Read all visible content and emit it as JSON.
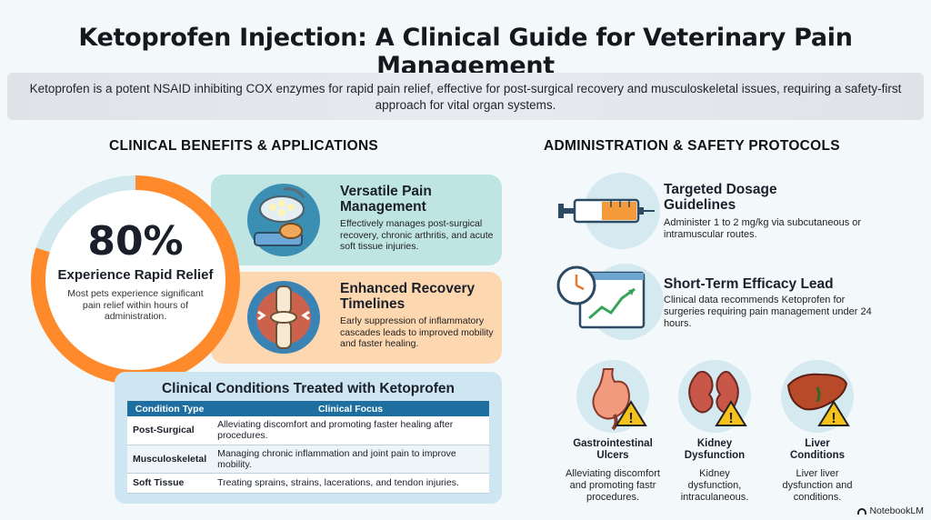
{
  "title": "Ketoprofen Injection: A Clinical Guide for Veterinary Pain Management",
  "intro": "Ketoprofen is a potent NSAID inhibiting COX enzymes for rapid pain relief, effective for post-surgical recovery and musculoskeletal issues, requiring a safety-first approach for vital organ systems.",
  "left": {
    "heading": "CLINICAL BENEFITS & APPLICATIONS",
    "stat": {
      "value": "80%",
      "fill_fraction": 0.8,
      "label": "Experience Rapid Relief",
      "description": "Most pets experience significant pain relief within hours of administration."
    },
    "cards": [
      {
        "title": "Versatile Pain Management",
        "text": "Effectively manages post-surgical recovery, chronic arthritis, and acute soft tissue injuries.",
        "icon": "surgical-lamp-icon"
      },
      {
        "title": "Enhanced Recovery Timelines",
        "text": "Early suppression of inflammatory cascades leads to improved mobility and faster healing.",
        "icon": "knee-joint-icon"
      }
    ],
    "conditions": {
      "title": "Clinical Conditions Treated with Ketoprofen",
      "headers": [
        "Condition Type",
        "Clinical Focus"
      ],
      "rows": [
        [
          "Post-Surgical",
          "Alleviating discomfort and promoting faster healing after procedures."
        ],
        [
          "Musculoskeletal",
          "Managing chronic inflammation and joint pain to improve mobility."
        ],
        [
          "Soft Tissue",
          "Treating sprains, strains, lacerations, and tendon injuries."
        ]
      ]
    }
  },
  "right": {
    "heading": "ADMINISTRATION & SAFETY PROTOCOLS",
    "items": [
      {
        "title": "Targeted Dosage Guidelines",
        "text": "Administer 1 to 2 mg/kg via subcutaneous or intramuscular routes.",
        "icon": "syringe-icon"
      },
      {
        "title": "Short-Term Efficacy Lead",
        "text": "Clinical data recommends Ketoprofen for surgeries requiring pain management under 24 hours.",
        "icon": "clock-chart-icon"
      }
    ],
    "organs": [
      {
        "title": "Gastrointestinal Ulcers",
        "text": "Alleviating discomfort and promoting fastr procedures.",
        "icon": "stomach-warning-icon"
      },
      {
        "title": "Kidney Dysfunction",
        "text": "Kidney dysfunction, intraculaneous.",
        "icon": "kidney-warning-icon"
      },
      {
        "title": "Liver Conditions",
        "text": "Liver liver dysfunction and conditions.",
        "icon": "liver-warning-icon"
      }
    ]
  },
  "brand": "NotebookLM",
  "colors": {
    "accent_orange": "#ff8a2b",
    "teal_card": "#bfe5e3",
    "orange_card": "#fdd7b0",
    "table_header": "#1f6ea0",
    "warning_yellow": "#f5c21b"
  }
}
